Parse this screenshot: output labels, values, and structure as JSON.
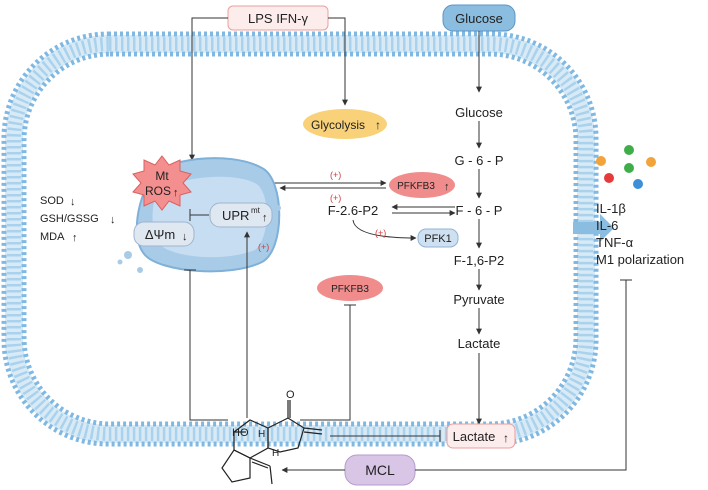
{
  "stimulus": "LPS IFN-γ",
  "glucose_top": "Glucose",
  "glycolysis": "Glycolysis",
  "pathway": {
    "glucose": "Glucose",
    "g6p": "G - 6 - P",
    "f6p": "F - 6 - P",
    "f16p2": "F-1,6-P2",
    "pyruvate": "Pyruvate",
    "lactate": "Lactate",
    "f26p2": "F-2.6-P2",
    "pfk1": "PFK1",
    "pfkfb3_top": "PFKFB3",
    "pfkfb3_mid": "PFKFB3"
  },
  "plus": "(+)",
  "mito": {
    "mt": "Mt",
    "ros": "ROS",
    "upr": "UPR",
    "upr_sup": "mt",
    "dpsi": "ΔΨm"
  },
  "oxidative": {
    "sod": "SOD",
    "gsh": "GSH/GSSG",
    "mda": "MDA"
  },
  "outputs": {
    "il1b": "IL-1β",
    "il6": "IL-6",
    "tnf": "TNF-α",
    "m1": "M1 polarization"
  },
  "lactate_out": "Lactate",
  "mcl": "MCL",
  "ho": "HO",
  "h1": "H",
  "h2": "H",
  "o": "O",
  "colors": {
    "membrane": "#8ec3e6",
    "glucose_box": "#8bbde0",
    "red_box": "#f08c8c",
    "lavender": "#d9c5e6",
    "blue_box": "#cfe0f0",
    "arrow_up": "#d13b3b",
    "arrow_down": "#2f6fb3"
  }
}
